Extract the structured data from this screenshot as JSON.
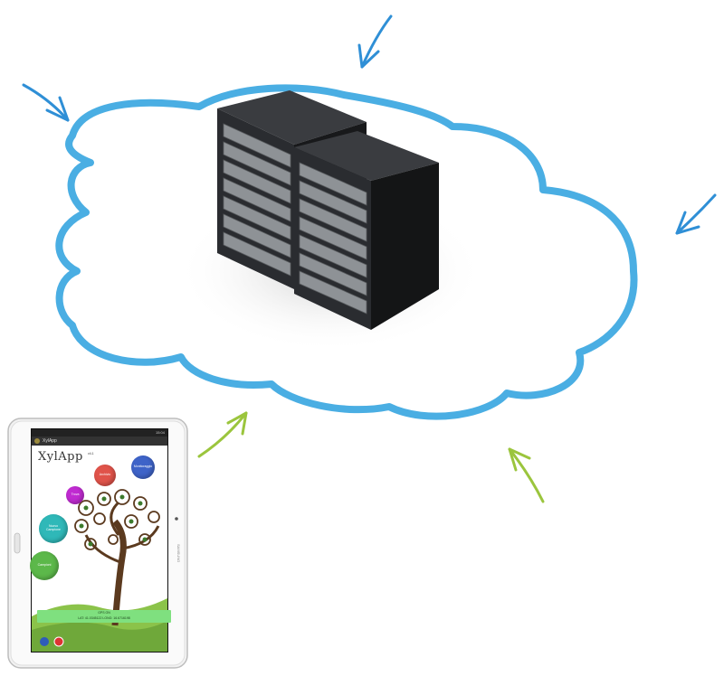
{
  "tablet": {
    "status_time": "15:04",
    "app_title": "XylApp",
    "logo_text": "XylApp",
    "version": "v4.1",
    "buttons": {
      "monitoraggio": "Monitoraggio",
      "archivio": "Archivio",
      "trova": "Trova",
      "nuovo_campione": "Nuovo\nCampione",
      "campioni": "Campioni"
    },
    "gps_status": "GPS ON",
    "gps_coords": "LAT: 41.0345122   LONG: 16.6716198"
  },
  "colors": {
    "cloud_outline": "#4aaee3",
    "arrow_blue": "#2f8fd6",
    "arrow_green": "#9bc53d",
    "server_body": "#202225",
    "gps_bar": "#7fe07f"
  }
}
